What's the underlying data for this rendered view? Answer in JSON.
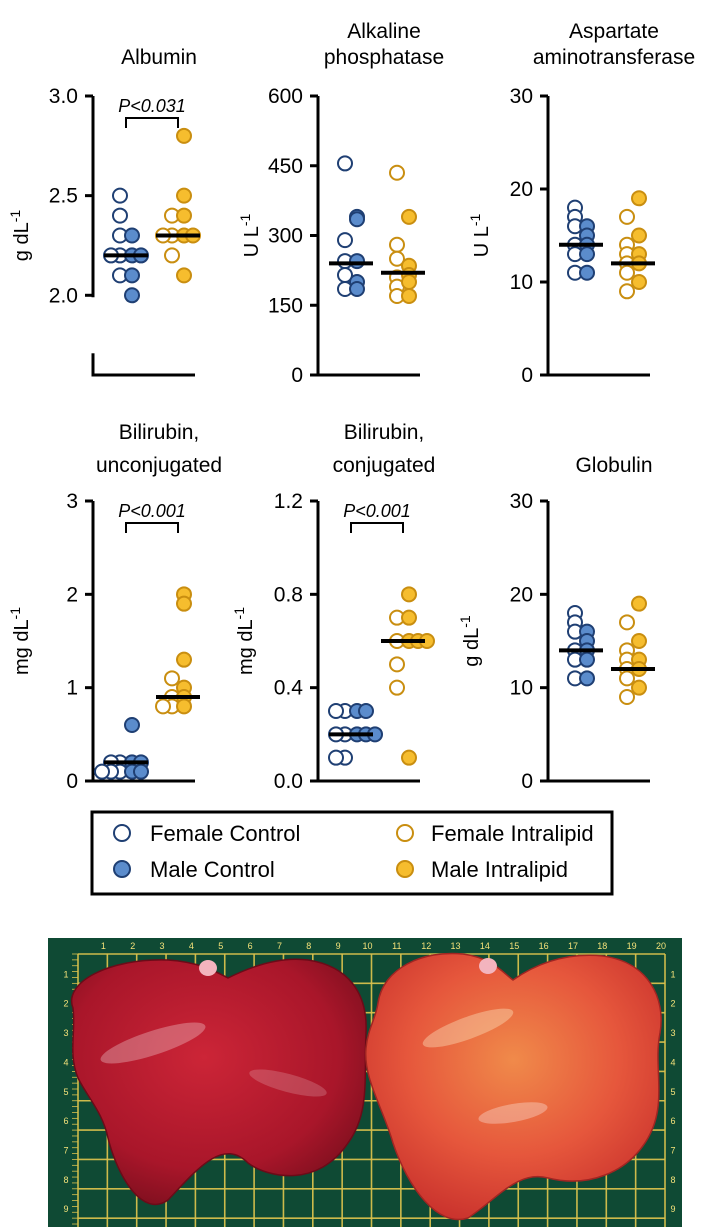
{
  "colors": {
    "male_control": "#5b8ccc",
    "female_control_stroke": "#1f3f73",
    "intralipid": "#f6bd2e",
    "intralipid_stroke": "#c98e10",
    "photo_background": "#0f4a34",
    "grid_lines": "#d8c14d",
    "liver_left": "#b5192b",
    "liver_right": "#e24a3a"
  },
  "legend": {
    "female_control": "Female Control",
    "male_control": "Male Control",
    "female_intralipid": "Female Intralipid",
    "male_intralipid": "Male Intralipid"
  },
  "photo": {
    "ruler_top": [
      "1",
      "2",
      "3",
      "4",
      "5",
      "6",
      "7",
      "8",
      "9",
      "10",
      "11",
      "12",
      "13",
      "14",
      "15",
      "16",
      "17",
      "18",
      "19",
      "20"
    ],
    "ruler_side": [
      "1",
      "2",
      "3",
      "4",
      "5",
      "6",
      "7",
      "8",
      "9"
    ]
  },
  "chart_data": [
    {
      "type": "scatter",
      "title": [
        "Albumin"
      ],
      "ylabel": "g dL",
      "ylabel_sup": "-1",
      "ylim": [
        1.6,
        3.0
      ],
      "yticks": [
        2.0,
        2.5,
        3.0
      ],
      "ytick_labels": [
        "2.0",
        "2.5",
        "3.0"
      ],
      "broken_axis": true,
      "significance": "P<0.031",
      "series": [
        {
          "name": "Female Control",
          "values": [
            2.5,
            2.4,
            2.3,
            2.2,
            2.2,
            2.1
          ]
        },
        {
          "name": "Male Control",
          "values": [
            2.3,
            2.2,
            2.2,
            2.1,
            2.0
          ]
        },
        {
          "name": "Female Intralipid",
          "values": [
            2.4,
            2.3,
            2.3,
            2.2
          ]
        },
        {
          "name": "Male Intralipid",
          "values": [
            2.8,
            2.5,
            2.4,
            2.3,
            2.3,
            2.1
          ]
        }
      ],
      "medians": [
        2.2,
        2.3
      ]
    },
    {
      "type": "scatter",
      "title": [
        "Alkaline",
        "phosphatase"
      ],
      "ylabel": "U L",
      "ylabel_sup": "-1",
      "ylim": [
        0,
        600
      ],
      "yticks": [
        0,
        150,
        300,
        450,
        600
      ],
      "ytick_labels": [
        "0",
        "150",
        "300",
        "450",
        "600"
      ],
      "series": [
        {
          "name": "Female Control",
          "values": [
            455,
            290,
            245,
            215,
            185
          ]
        },
        {
          "name": "Male Control",
          "values": [
            340,
            335,
            245,
            200,
            185
          ]
        },
        {
          "name": "Female Intralipid",
          "values": [
            435,
            280,
            250,
            210,
            190,
            170
          ]
        },
        {
          "name": "Male Intralipid",
          "values": [
            340,
            235,
            215,
            200,
            170
          ]
        }
      ],
      "medians": [
        240,
        220
      ]
    },
    {
      "type": "scatter",
      "title": [
        "Aspartate",
        "aminotransferase"
      ],
      "ylabel": "U L",
      "ylabel_sup": "-1",
      "ylim": [
        0,
        30
      ],
      "yticks": [
        0,
        10,
        20,
        30
      ],
      "ytick_labels": [
        "0",
        "10",
        "20",
        "30"
      ],
      "series": [
        {
          "name": "Female Control",
          "values": [
            18,
            17,
            16,
            14,
            13,
            11
          ]
        },
        {
          "name": "Male Control",
          "values": [
            16,
            15,
            14,
            13,
            11
          ]
        },
        {
          "name": "Female Intralipid",
          "values": [
            17,
            14,
            13,
            12,
            11,
            9
          ]
        },
        {
          "name": "Male Intralipid",
          "values": [
            19,
            15,
            13,
            12,
            10
          ]
        }
      ],
      "medians": [
        14,
        12
      ]
    },
    {
      "type": "scatter",
      "title": [
        "Bilirubin,",
        "unconjugated"
      ],
      "ylabel": "mg dL",
      "ylabel_sup": "-1",
      "ylim": [
        0,
        3
      ],
      "yticks": [
        0,
        1,
        2,
        3
      ],
      "ytick_labels": [
        "0",
        "1",
        "2",
        "3"
      ],
      "significance": "P<0.001",
      "series": [
        {
          "name": "Female Control",
          "values": [
            0.2,
            0.2,
            0.1,
            0.1,
            0.1
          ]
        },
        {
          "name": "Male Control",
          "values": [
            0.6,
            0.2,
            0.2,
            0.1,
            0.1
          ]
        },
        {
          "name": "Female Intralipid",
          "values": [
            1.1,
            0.9,
            0.8,
            0.8
          ]
        },
        {
          "name": "Male Intralipid",
          "values": [
            2.0,
            1.9,
            1.3,
            1.0,
            0.9,
            0.8
          ]
        }
      ],
      "medians": [
        0.2,
        0.9
      ]
    },
    {
      "type": "scatter",
      "title": [
        "Bilirubin,",
        "conjugated"
      ],
      "ylabel": "mg dL",
      "ylabel_sup": "-1",
      "ylim": [
        0,
        1.2
      ],
      "yticks": [
        0,
        0.4,
        0.8,
        1.2
      ],
      "ytick_labels": [
        "0.0",
        "0.4",
        "0.8",
        "1.2"
      ],
      "significance": "P<0.001",
      "series": [
        {
          "name": "Female Control",
          "values": [
            0.3,
            0.3,
            0.2,
            0.2,
            0.1,
            0.1
          ]
        },
        {
          "name": "Male Control",
          "values": [
            0.3,
            0.3,
            0.2,
            0.2,
            0.2
          ]
        },
        {
          "name": "Female Intralipid",
          "values": [
            0.7,
            0.6,
            0.5,
            0.4
          ]
        },
        {
          "name": "Male Intralipid",
          "values": [
            0.8,
            0.7,
            0.6,
            0.6,
            0.6,
            0.1
          ]
        }
      ],
      "medians": [
        0.2,
        0.6
      ]
    },
    {
      "type": "scatter",
      "title": [
        "Globulin"
      ],
      "ylabel": "g dL",
      "ylabel_sup": "-1",
      "ylim": [
        0,
        30
      ],
      "yticks": [
        0,
        10,
        20,
        30
      ],
      "ytick_labels": [
        "0",
        "10",
        "20",
        "30"
      ],
      "series": [
        {
          "name": "Female Control",
          "values": [
            18,
            17,
            16,
            14,
            13,
            11
          ]
        },
        {
          "name": "Male Control",
          "values": [
            16,
            15,
            14,
            13,
            11
          ]
        },
        {
          "name": "Female Intralipid",
          "values": [
            17,
            14,
            13,
            12,
            11,
            9
          ]
        },
        {
          "name": "Male Intralipid",
          "values": [
            19,
            15,
            13,
            12,
            10
          ]
        }
      ],
      "medians": [
        14,
        12
      ]
    }
  ]
}
